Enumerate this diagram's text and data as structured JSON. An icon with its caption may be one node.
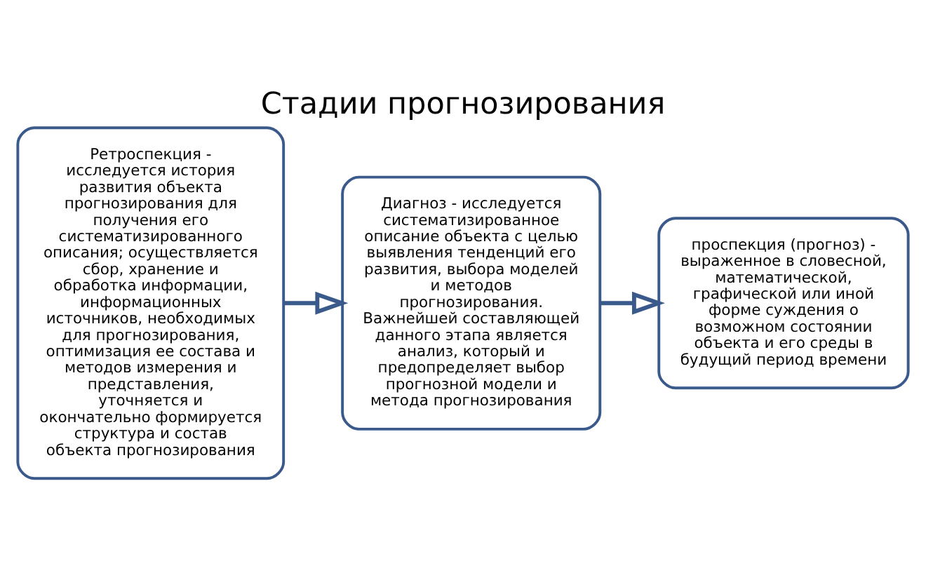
{
  "diagram": {
    "title": "Стадии прогнозирования",
    "nodes": [
      {
        "text": [
          "Ретроспекция - исследуется история развития объекта прогнозирования для получения его систематизированного описания; осуществляется сбор, хранение и обработка информации, информационных источников, необходимых для прогнозирования, оптимизация ее состава и методов измерения и представления, уточняется и окончательно формируется структура и состав объекта прогнозирования"
        ]
      },
      {
        "text": [
          "Диагноз - исследуется систематизированное описание объекта с целью выявления тенденций его развития, выбора моделей и методов прогнозирования. Важнейшей составляющей данного этапа является анализ, который и предопределяет выбор прогнозной модели и метода прогнозирования"
        ]
      },
      {
        "text": [
          "проспекция (прогноз) - выраженное в словесной, математической, графической или иной форме суждения о возможном состоянии объекта и его среды в будущий период времени"
        ]
      }
    ],
    "edges": [
      {
        "from": 0,
        "to": 1,
        "arrow": "to"
      },
      {
        "from": 1,
        "to": 2,
        "arrow": "to"
      }
    ]
  }
}
